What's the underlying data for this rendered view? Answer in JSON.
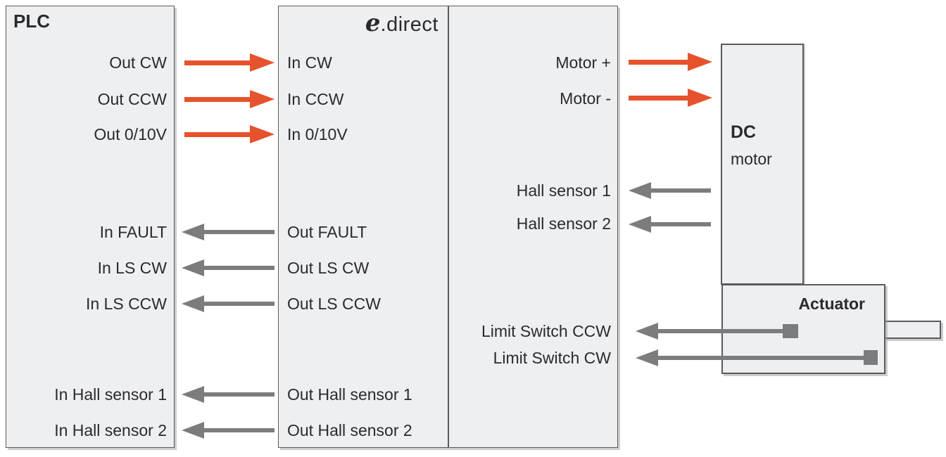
{
  "colors": {
    "orange": "#e6522c",
    "gray": "#7b7c7e",
    "box_fill": "#eeeff0",
    "box_border": "#595a5e",
    "text": "#2a2a2e"
  },
  "plc": {
    "title": "PLC",
    "outputs": [
      "Out CW",
      "Out CCW",
      "Out 0/10V"
    ],
    "inputs": [
      "In FAULT",
      "In LS CW",
      "In LS CCW",
      "In Hall sensor 1",
      "In Hall sensor 2"
    ]
  },
  "edirect": {
    "brand_e": "e",
    "brand_suffix": ".direct",
    "inputs": [
      "In CW",
      "In CCW",
      "In 0/10V"
    ],
    "outputs": [
      "Out FAULT",
      "Out LS CW",
      "Out LS CCW",
      "Out Hall sensor 1",
      "Out Hall sensor 2"
    ],
    "motor_terminals": [
      "Motor +",
      "Motor -"
    ],
    "hall_inputs": [
      "Hall sensor 1",
      "Hall sensor 2"
    ],
    "limit_inputs": [
      "Limit Switch CCW",
      "Limit Switch CW"
    ]
  },
  "dc_motor": {
    "title": "DC",
    "subtitle": "motor"
  },
  "actuator": {
    "title": "Actuator"
  },
  "connections": [
    {
      "from": "PLC Out CW",
      "to": "e.direct In CW",
      "color": "orange"
    },
    {
      "from": "PLC Out CCW",
      "to": "e.direct In CCW",
      "color": "orange"
    },
    {
      "from": "PLC Out 0/10V",
      "to": "e.direct In 0/10V",
      "color": "orange"
    },
    {
      "from": "e.direct Motor +",
      "to": "DC motor",
      "color": "orange"
    },
    {
      "from": "e.direct Motor -",
      "to": "DC motor",
      "color": "orange"
    },
    {
      "from": "DC motor",
      "to": "e.direct Hall sensor 1",
      "color": "gray"
    },
    {
      "from": "DC motor",
      "to": "e.direct Hall sensor 2",
      "color": "gray"
    },
    {
      "from": "e.direct Out FAULT",
      "to": "PLC In FAULT",
      "color": "gray"
    },
    {
      "from": "e.direct Out LS CW",
      "to": "PLC In LS CW",
      "color": "gray"
    },
    {
      "from": "e.direct Out LS CCW",
      "to": "PLC In LS CCW",
      "color": "gray"
    },
    {
      "from": "e.direct Out Hall sensor 1",
      "to": "PLC In Hall sensor 1",
      "color": "gray"
    },
    {
      "from": "e.direct Out Hall sensor 2",
      "to": "PLC In Hall sensor 2",
      "color": "gray"
    },
    {
      "from": "Actuator limit switch CCW",
      "to": "e.direct Limit Switch CCW",
      "color": "gray"
    },
    {
      "from": "Actuator limit switch CW",
      "to": "e.direct Limit Switch CW",
      "color": "gray"
    }
  ]
}
